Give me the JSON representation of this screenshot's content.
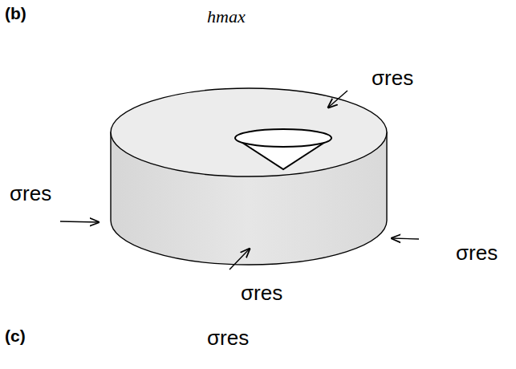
{
  "diagram": {
    "labels": [
      "(b)",
      "hmax",
      "σres",
      "σres",
      "σres",
      "σres",
      "(c)",
      "σres"
    ]
  }
}
